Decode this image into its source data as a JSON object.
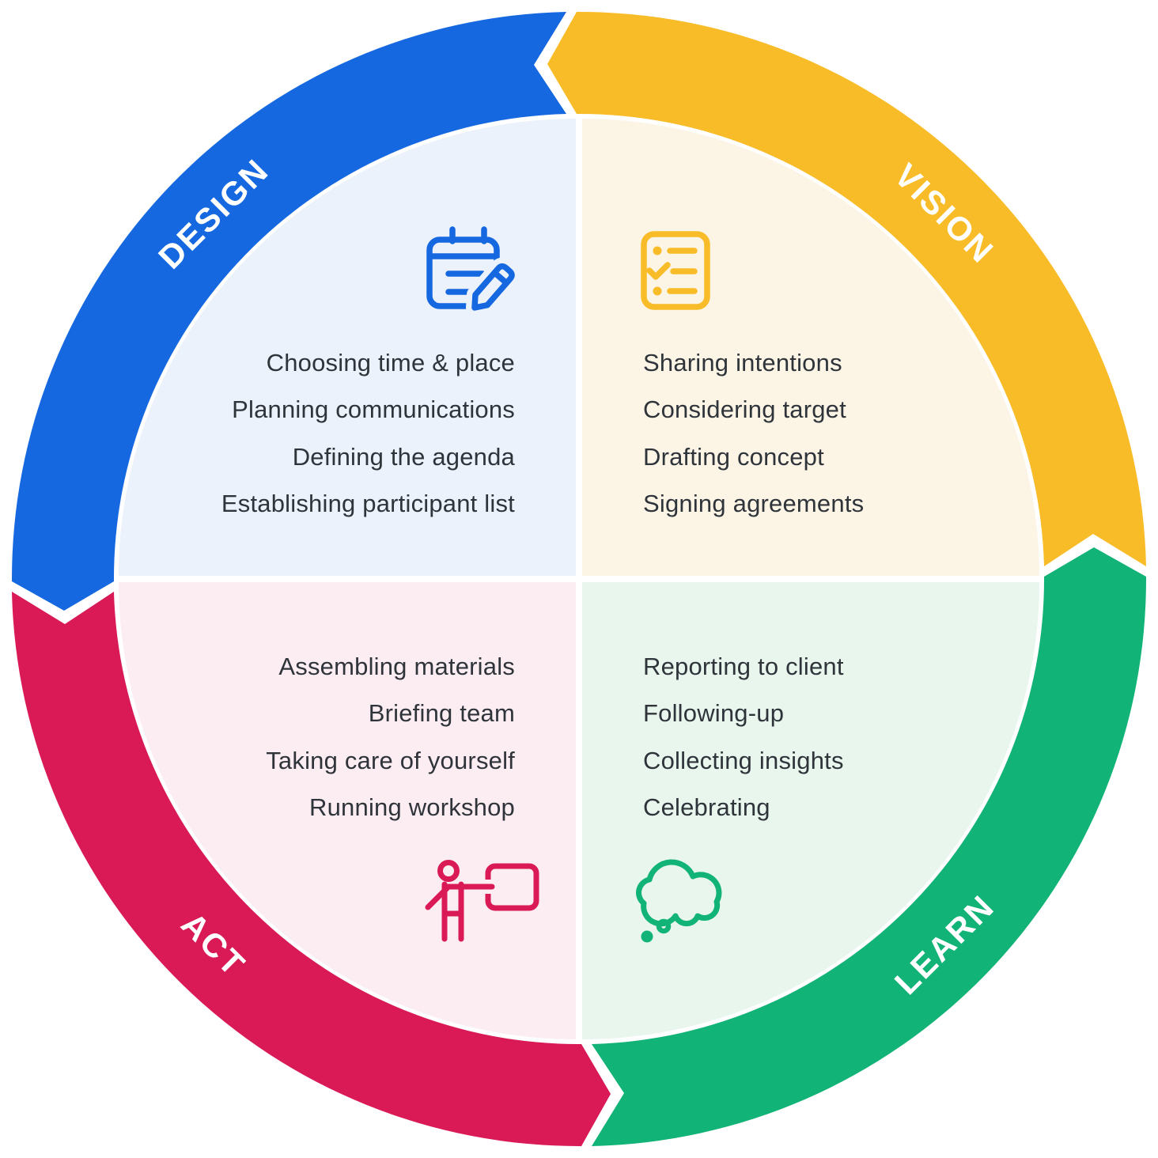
{
  "diagram": {
    "name": "workshop-process-wheel",
    "flow": "counterclockwise",
    "quadrants": [
      {
        "id": "design",
        "label": "DESIGN",
        "color": "#1568e0",
        "bg": "#ebf2fb",
        "icon": "notepad-pencil-icon",
        "items": [
          "Choosing time & place",
          "Planning communications",
          "Defining the agenda",
          "Establishing participant list"
        ]
      },
      {
        "id": "vision",
        "label": "VISION",
        "color": "#f9bc29",
        "bg": "#fcf5e6",
        "icon": "checklist-icon",
        "items": [
          "Sharing intentions",
          "Considering target",
          "Drafting concept",
          "Signing agreements"
        ]
      },
      {
        "id": "act",
        "label": "ACT",
        "color": "#d91a57",
        "bg": "#fcedf2",
        "icon": "presenter-board-icon",
        "items": [
          "Assembling materials",
          "Briefing team",
          "Taking care of yourself",
          "Running workshop"
        ]
      },
      {
        "id": "learn",
        "label": "LEARN",
        "color": "#12b376",
        "bg": "#e8f6ee",
        "icon": "thought-bubble-icon",
        "items": [
          "Reporting to client",
          "Following-up",
          "Collecting insights",
          "Celebrating"
        ]
      }
    ],
    "text_color": "#2f343b",
    "label_color": "#ffffff"
  }
}
